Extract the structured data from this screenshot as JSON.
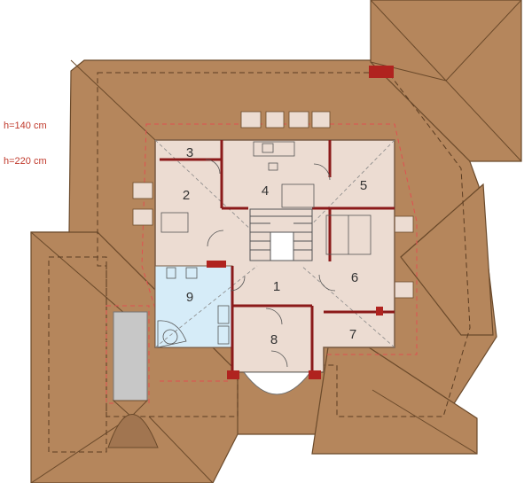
{
  "height_notes": [
    "h=140 cm",
    "h=220 cm"
  ],
  "rooms": [
    {
      "number": "1"
    },
    {
      "number": "2"
    },
    {
      "number": "3"
    },
    {
      "number": "4"
    },
    {
      "number": "5"
    },
    {
      "number": "6"
    },
    {
      "number": "7"
    },
    {
      "number": "8"
    },
    {
      "number": "9"
    }
  ],
  "colors": {
    "roof": "#b5865c",
    "roof_edge": "#6b4a2b",
    "floor": "#ecdcd2",
    "bathroom": "#d6ecf8",
    "wall": "#8b1a1a",
    "dashed_red": "#e05050",
    "dashed_dark": "#5a3c22",
    "background": "#ffffff"
  }
}
